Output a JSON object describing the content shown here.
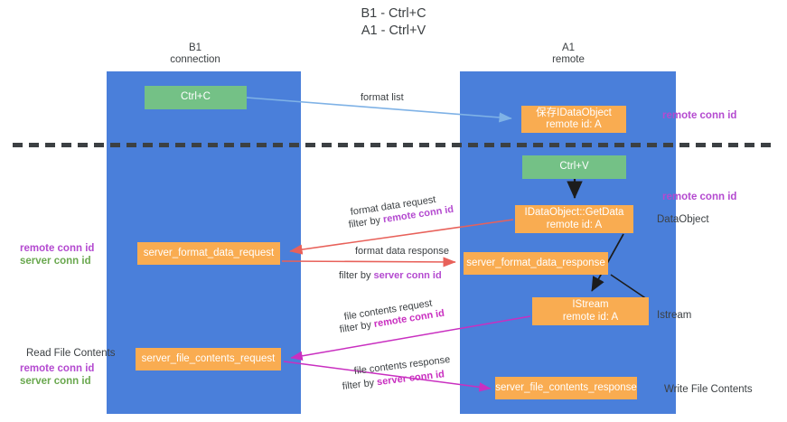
{
  "page": {
    "title": "B1 - Ctrl+C\nA1 - Ctrl+V",
    "background": "#ffffff"
  },
  "colors": {
    "lane": "#4a7fda",
    "green_box": "#74c186",
    "orange_box": "#f9ac51",
    "purple_text": "#b44ad0",
    "green_text": "#6aa84f",
    "magenta_text": "#c92fc0",
    "red_arrow": "#e8615a",
    "blue_arrow": "#7fb2e6",
    "black_arrow": "#1c1c1c",
    "magenta_arrow": "#c92fc0",
    "text": "#3c4043"
  },
  "columns": {
    "left": {
      "name": "B1",
      "role": "connection",
      "header": "B1\nconnection"
    },
    "right": {
      "name": "A1",
      "role": "remote",
      "header": "A1\nremote"
    }
  },
  "boxes": {
    "ctrl_c": {
      "label": "Ctrl+C",
      "kind": "green"
    },
    "save_idataobject": {
      "label": "保存IDataObject\nremote id: A",
      "kind": "orange"
    },
    "ctrl_v": {
      "label": "Ctrl+V",
      "kind": "green"
    },
    "getdata": {
      "label": "IDataObject::GetData\nremote id: A",
      "kind": "orange"
    },
    "server_format_data_request": {
      "label": "server_format_data_request",
      "kind": "orange"
    },
    "server_format_data_response": {
      "label": "server_format_data_response",
      "kind": "orange"
    },
    "istream": {
      "label": "IStream\nremote id: A",
      "kind": "orange"
    },
    "server_file_contents_request": {
      "label": "server_file_contents_request",
      "kind": "orange"
    },
    "server_file_contents_response": {
      "label": "server_file_contents_response",
      "kind": "orange"
    }
  },
  "arrow_labels": {
    "format_list": "format list",
    "format_data_request": "format data request",
    "format_data_request_filter_prefix": "filter by ",
    "format_data_request_filter_value": "remote conn id",
    "format_data_response": "format data response",
    "format_data_response_filter_prefix": "filter by ",
    "format_data_response_filter_value": "server conn id",
    "file_contents_request": "file contents request",
    "file_contents_request_filter_prefix": "filter by ",
    "file_contents_request_filter_value": "remote conn id",
    "file_contents_response": "file contents response",
    "file_contents_response_filter_prefix": "filter by ",
    "file_contents_response_filter_value": "server conn id"
  },
  "annotations": {
    "right": {
      "remote_conn_id_top": "remote conn id",
      "remote_conn_id_mid": "remote conn id",
      "dataobject": "DataObject",
      "istream": "Istream",
      "write_file_contents": "Write File Contents"
    },
    "left": {
      "remote_conn_id_1": "remote conn id",
      "server_conn_id_1": "server conn id",
      "read_file_contents": "Read File Contents",
      "remote_conn_id_2": "remote conn id",
      "server_conn_id_2": "server conn id"
    }
  }
}
